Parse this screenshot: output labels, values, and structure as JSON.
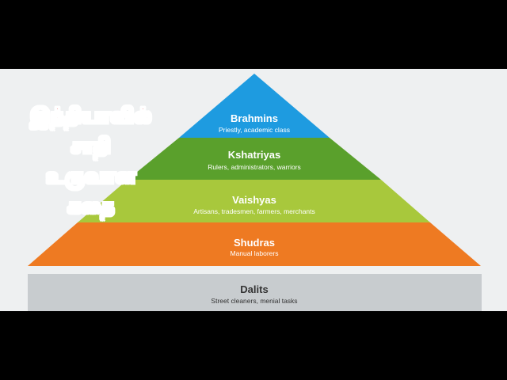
{
  "title": {
    "lines": [
      "இந்தியாவில்",
      "சாதி",
      "உருவான",
      "கதை"
    ],
    "color": "#e01818"
  },
  "tiers": [
    {
      "name": "Brahmins",
      "desc": "Priestly, academic class",
      "color": "#1e9be0"
    },
    {
      "name": "Kshatriyas",
      "desc": "Rulers, administrators, warriors",
      "color": "#5aa02c"
    },
    {
      "name": "Vaishyas",
      "desc": "Artisans, tradesmen, farmers, merchants",
      "color": "#a8c83c"
    },
    {
      "name": "Shudras",
      "desc": "Manual laborers",
      "color": "#ee7a22"
    }
  ],
  "base": {
    "name": "Dalits",
    "desc": "Street cleaners, menial tasks",
    "color": "#c8cccf"
  }
}
